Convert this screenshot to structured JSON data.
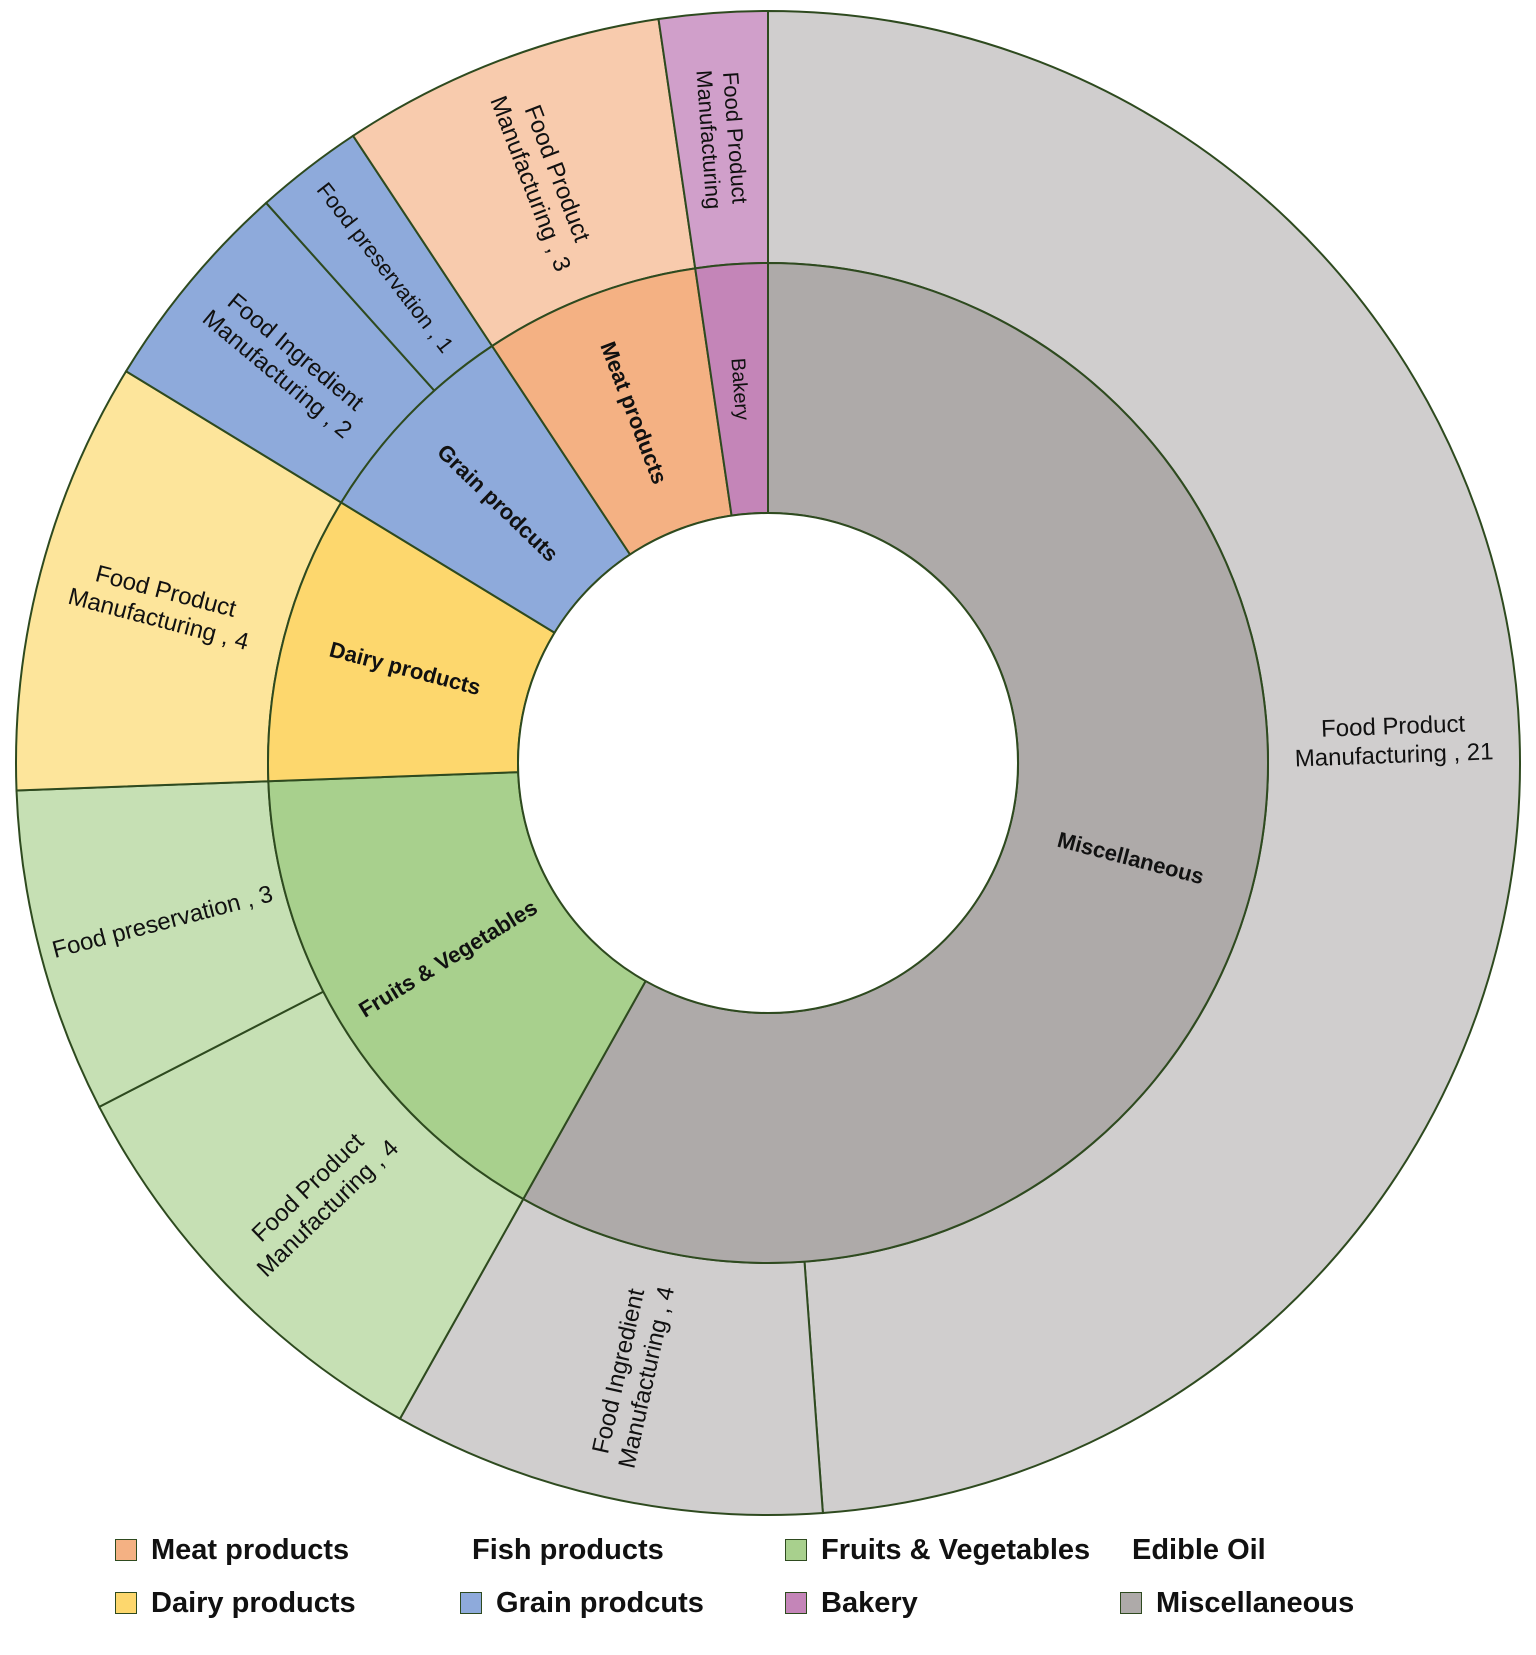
{
  "chart_data": {
    "type": "sunburst",
    "title": "",
    "inner_ring": [
      {
        "name": "Miscellaneous",
        "value": 25,
        "color": "#aeaaa9"
      },
      {
        "name": "Fruits & Vegetables",
        "value": 7,
        "color": "#a8d08d"
      },
      {
        "name": "Dairy  products",
        "value": 4,
        "color": "#fdd76d"
      },
      {
        "name": "Grain prodcuts",
        "value": 3,
        "color": "#8eaadb"
      },
      {
        "name": "Meat products",
        "value": 3,
        "color": "#f4b183"
      },
      {
        "name": "Bakery",
        "value": 1,
        "color": "#c485b8"
      }
    ],
    "outer_ring": [
      {
        "parent": "Miscellaneous",
        "label": "Food Product Manufacturing , 21",
        "value": 21,
        "color": "#d0cece"
      },
      {
        "parent": "Miscellaneous",
        "label": "Food Ingredient Manufacturing , 4",
        "value": 4,
        "color": "#d0cece"
      },
      {
        "parent": "Fruits & Vegetables",
        "label": "Food Product Manufacturing , 4",
        "value": 4,
        "color": "#c6e0b4"
      },
      {
        "parent": "Fruits & Vegetables",
        "label": "Food preservation , 3",
        "value": 3,
        "color": "#c6e0b4"
      },
      {
        "parent": "Dairy  products",
        "label": "Food Product Manufacturing , 4",
        "value": 4,
        "color": "#fde59b"
      },
      {
        "parent": "Grain prodcuts",
        "label": "Food Ingredient Manufacturing , 2",
        "value": 2,
        "color": "#8eaadb"
      },
      {
        "parent": "Grain prodcuts",
        "label": "Food preservation , 1",
        "value": 1,
        "color": "#8eaadb"
      },
      {
        "parent": "Meat products",
        "label": "Food Product Manufacturing , 3",
        "value": 3,
        "color": "#f8cbad"
      },
      {
        "parent": "Bakery",
        "label": "Food Product Manufacturing",
        "value": 1,
        "color": "#d09fca"
      }
    ],
    "legend": [
      {
        "label": "Meat products",
        "color": "#f4b183",
        "swatch": true
      },
      {
        "label": "Fish products",
        "color": "",
        "swatch": false
      },
      {
        "label": "Fruits & Vegetables",
        "color": "#a8d08d",
        "swatch": true
      },
      {
        "label": "Edible Oil",
        "color": "",
        "swatch": false
      },
      {
        "label": "Dairy  products",
        "color": "#fdd76d",
        "swatch": true
      },
      {
        "label": "Grain prodcuts",
        "color": "#8eaadb",
        "swatch": true
      },
      {
        "label": "Bakery",
        "color": "#c485b8",
        "swatch": true
      },
      {
        "label": "Miscellaneous",
        "color": "#aeaaa9",
        "swatch": true
      }
    ],
    "border_color": "#2e4a1f"
  }
}
